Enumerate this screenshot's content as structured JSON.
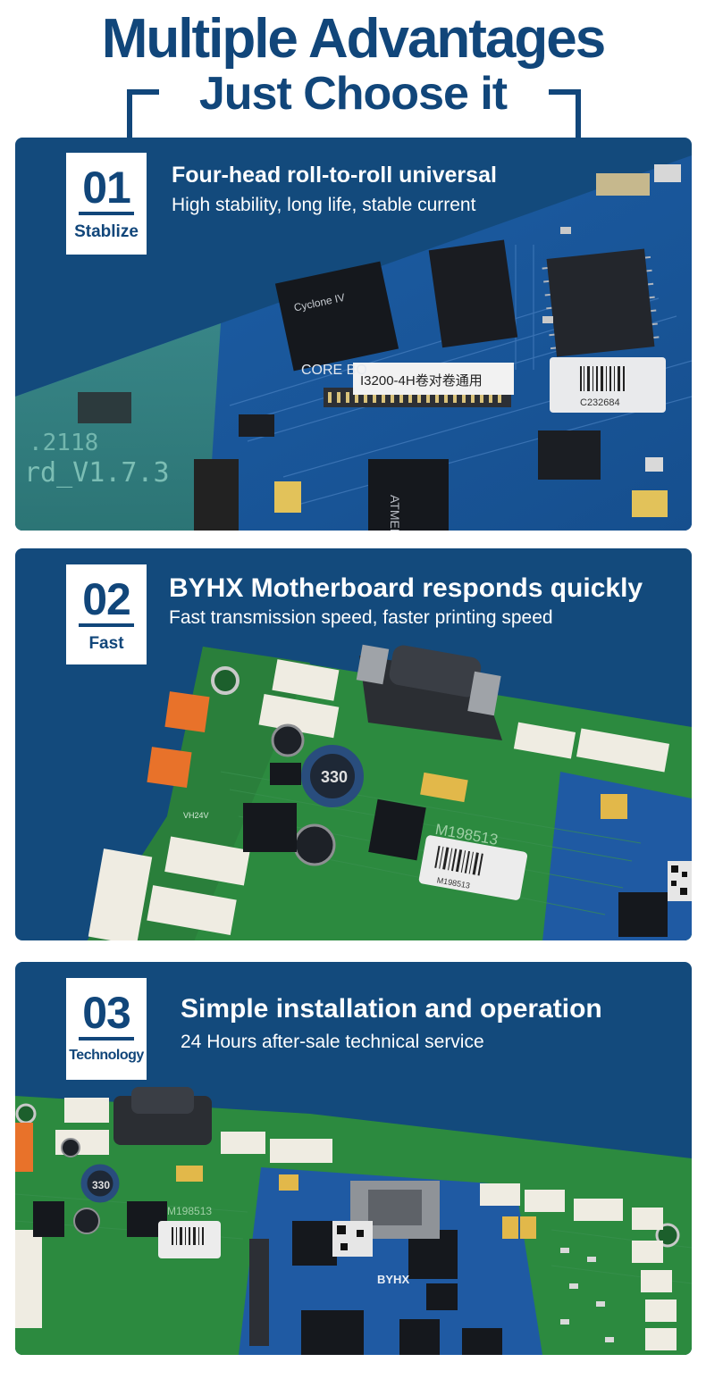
{
  "header": {
    "title_line1": "Multiple Advantages",
    "title_line2": "Just Choose it"
  },
  "features": [
    {
      "number": "01",
      "label": "Stablize",
      "heading": "Four-head roll-to-roll universal",
      "subheading": "High stability, long life, stable current",
      "image": "circuit-board-closeup-photo",
      "board_labels": [
        "CORE BO",
        "I3200-4H卷对卷通用",
        "C232684",
        "rd_V1.7.3",
        ".2118",
        "Cyclone IV",
        "ATMEL"
      ]
    },
    {
      "number": "02",
      "label": "Fast",
      "heading": "BYHX Motherboard responds quickly",
      "subheading": "Fast transmission speed, faster printing speed",
      "image": "green-motherboard-photo",
      "board_labels": [
        "M198513",
        "M198513",
        "VH24V",
        "330"
      ]
    },
    {
      "number": "03",
      "label": "Technology",
      "heading": "Simple installation and operation",
      "subheading": "24 Hours after-sale technical service",
      "image": "full-motherboard-assembly-photo",
      "board_labels": [
        "M198513",
        "BYHX",
        "330"
      ]
    }
  ],
  "colors": {
    "brand_navy": "#11467a",
    "card_blue": "#134a7c",
    "pcb_green": "#2e8f43",
    "pcb_blue": "#1f5aa3"
  }
}
